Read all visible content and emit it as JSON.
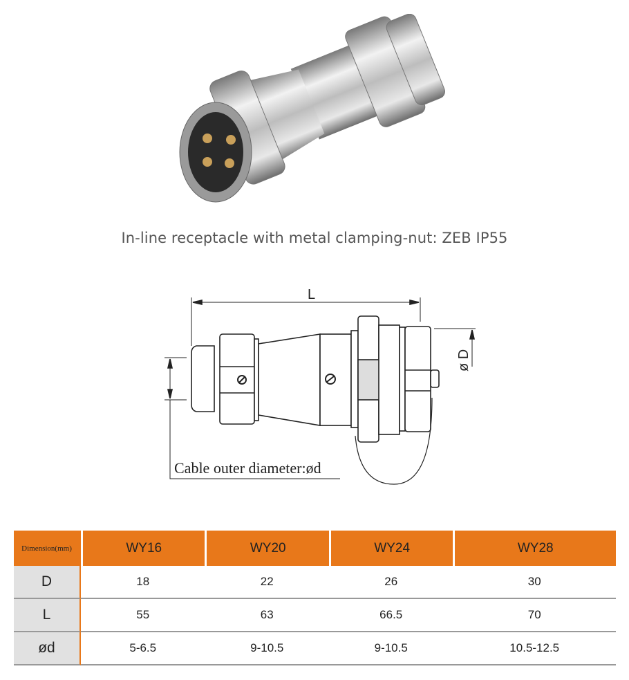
{
  "product": {
    "caption": "In-line receptacle with metal clamping-nut: ZEB  IP55"
  },
  "drawing": {
    "length_label": "L",
    "diameter_label": "ø D",
    "cable_label": "Cable outer diameter:ød"
  },
  "table": {
    "corner_label": "Dimension(mm)",
    "columns": [
      "WY16",
      "WY20",
      "WY24",
      "WY28"
    ],
    "rows": [
      {
        "label": "D",
        "values": [
          "18",
          "22",
          "26",
          "30"
        ]
      },
      {
        "label": "L",
        "values": [
          "55",
          "63",
          "66.5",
          "70"
        ]
      },
      {
        "label": "ød",
        "values": [
          "5-6.5",
          "9-10.5",
          "9-10.5",
          "10.5-12.5"
        ]
      }
    ]
  },
  "colors": {
    "header": "#E8781A",
    "row_header": "#e1e1e1"
  }
}
